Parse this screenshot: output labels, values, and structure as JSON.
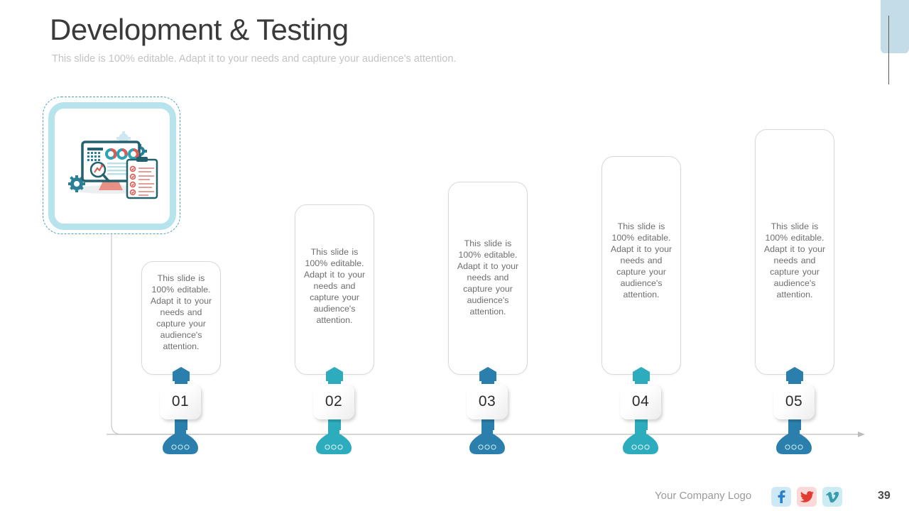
{
  "header": {
    "title": "Development & Testing",
    "subtitle": "This slide is 100% editable. Adapt it to your needs and capture your audience's attention."
  },
  "illustration": {
    "name": "dashboard-testing-illustration",
    "alt": "Monitor with calendar, donut charts, magnifying glass, checklist clipboard and gears"
  },
  "colors": {
    "blue": "#2a7fad",
    "teal": "#2cacbd",
    "panel_border": "#4d9fc4",
    "panel_fill": "#b7e4ec",
    "card_border": "#d8d8d8",
    "text_gray": "#6e6e6e",
    "title_gray": "#3a3a3a",
    "subtitle_gray": "#c3c3c3",
    "line_gray": "#bdbdbd",
    "deco_blue": "#c3dce8"
  },
  "body_text": "This slide is 100% editable. Adapt it to your needs and capture your audience's attention.",
  "steps": [
    {
      "number": "01",
      "color": "#2a7fad",
      "text": "This slide is 100% editable. Adapt it to your needs and capture your audience's attention."
    },
    {
      "number": "02",
      "color": "#2cacbd",
      "text": "This slide is 100% editable. Adapt it to your needs and capture your audience's attention."
    },
    {
      "number": "03",
      "color": "#2a7fad",
      "text": "This slide is 100% editable. Adapt it to your needs and capture your audience's attention."
    },
    {
      "number": "04",
      "color": "#2cacbd",
      "text": "This slide is 100% editable. Adapt it to your needs and capture your audience's attention."
    },
    {
      "number": "05",
      "color": "#2a7fad",
      "text": "This slide is 100% editable. Adapt it to your needs and capture your audience's attention."
    }
  ],
  "footer": {
    "company_logo_text": "Your Company Logo",
    "page_number": "39",
    "social": [
      {
        "name": "facebook-icon",
        "glyph": "f"
      },
      {
        "name": "twitter-icon",
        "glyph": "ὂ6"
      },
      {
        "name": "vimeo-icon",
        "glyph": "v"
      }
    ]
  }
}
